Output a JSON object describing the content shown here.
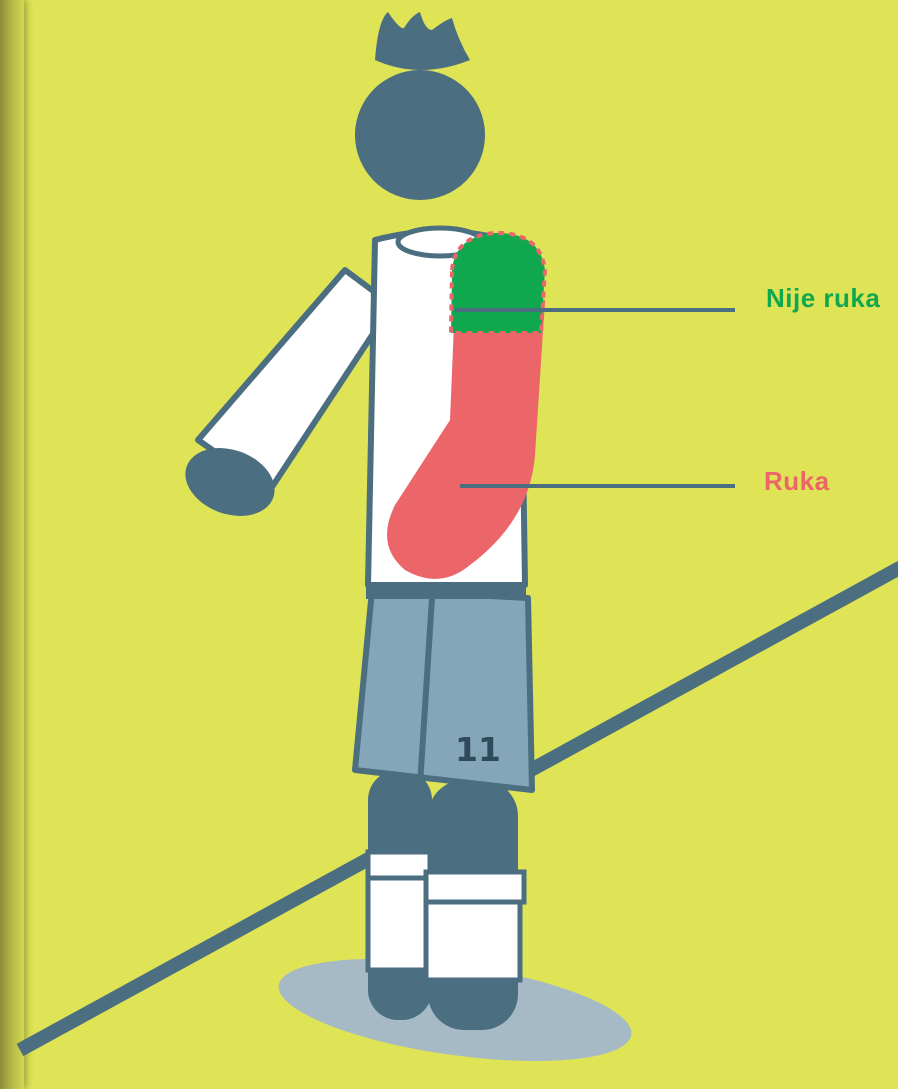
{
  "labels": {
    "not_arm": "Nije ruka",
    "arm": "Ruka"
  },
  "player": {
    "shirt_number": "11"
  },
  "colors": {
    "background": "#dfe356",
    "not_arm": "#0fa84f",
    "arm": "#ec6569",
    "outline": "#4b6e80",
    "shorts": "#84a6b8",
    "shadow": "#a6bac6"
  }
}
